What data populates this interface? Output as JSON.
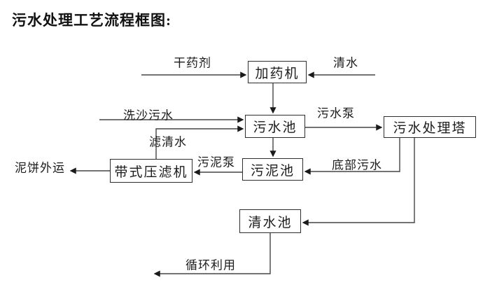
{
  "page": {
    "title": "污水处理工艺流程框图:"
  },
  "colors": {
    "background": "#ffffff",
    "line": "#454545",
    "arrowhead": "#1a1a1a",
    "box_border": "#2e2e2e",
    "text": "#1c1c1c"
  },
  "flowchart": {
    "nodes": [
      {
        "id": "dosing-machine",
        "label": "加药机"
      },
      {
        "id": "sewage-pool",
        "label": "污水池"
      },
      {
        "id": "treatment-tower",
        "label": "污水处理塔"
      },
      {
        "id": "sludge-pool",
        "label": "污泥池"
      },
      {
        "id": "belt-filter-press",
        "label": "带式压滤机"
      },
      {
        "id": "clear-water-pool",
        "label": "清水池"
      }
    ],
    "edge_labels": [
      {
        "id": "dry-chemical",
        "label": "干药剂"
      },
      {
        "id": "clear-water",
        "label": "清水"
      },
      {
        "id": "sand-washing",
        "label": "洗沙污水"
      },
      {
        "id": "sewage-pump",
        "label": "污水泵"
      },
      {
        "id": "filtered-water",
        "label": "滤清水"
      },
      {
        "id": "sludge-pump",
        "label": "污泥泵"
      },
      {
        "id": "bottom-sewage",
        "label": "底部污水"
      },
      {
        "id": "mud-cake",
        "label": "泥饼外运"
      },
      {
        "id": "recycling",
        "label": "循环利用"
      }
    ],
    "edges": [
      {
        "from": "外部(干药剂)",
        "to": "加药机",
        "label": "干药剂"
      },
      {
        "from": "外部(清水)",
        "to": "加药机",
        "label": "清水"
      },
      {
        "from": "加药机",
        "to": "污水池",
        "label": ""
      },
      {
        "from": "外部(洗沙污水)",
        "to": "污水池",
        "label": "洗沙污水"
      },
      {
        "from": "带式压滤机",
        "to": "污水池",
        "label": "滤清水"
      },
      {
        "from": "污水池",
        "to": "污水处理塔",
        "label": "污水泵"
      },
      {
        "from": "污水池",
        "to": "污泥池",
        "label": ""
      },
      {
        "from": "污水处理塔",
        "to": "污泥池",
        "label": "底部污水"
      },
      {
        "from": "污泥池",
        "to": "带式压滤机",
        "label": "污泥泵"
      },
      {
        "from": "带式压滤机",
        "to": "外部",
        "label": "泥饼外运"
      },
      {
        "from": "污水处理塔",
        "to": "清水池",
        "label": ""
      },
      {
        "from": "清水池",
        "to": "外部",
        "label": "循环利用"
      }
    ]
  }
}
